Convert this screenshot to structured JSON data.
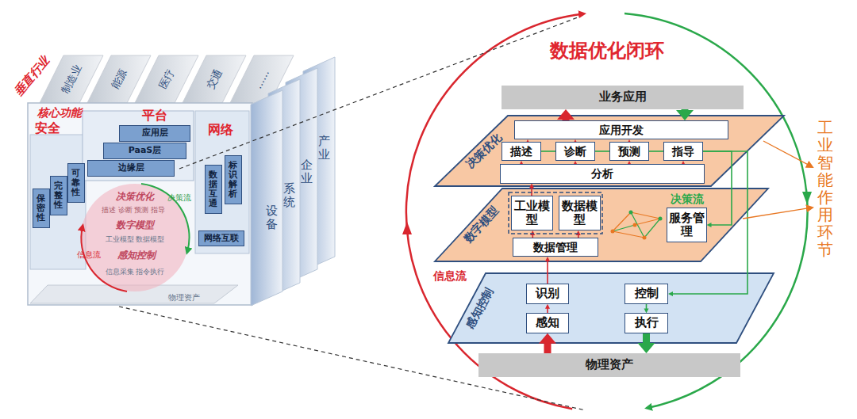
{
  "diagram": {
    "title": "数据优化闭环",
    "nodes": [
      {
        "text": [
          "应用层"
        ]
      },
      {
        "text": [
          "PaaS层"
        ]
      },
      {
        "text": [
          "边缘层"
        ]
      },
      {
        "text": [
          "标识解析"
        ]
      },
      {
        "text": [
          "数据互通"
        ]
      },
      {
        "text": [
          "网络互联"
        ]
      },
      {
        "text": [
          "保密性"
        ]
      },
      {
        "text": [
          "完整性"
        ]
      },
      {
        "text": [
          "可靠性"
        ]
      },
      {
        "text": [
          "产业"
        ]
      },
      {
        "text": [
          "企业"
        ]
      },
      {
        "text": [
          "系统"
        ]
      },
      {
        "text": [
          "设备"
        ]
      },
      {
        "text": [
          "业务应用"
        ]
      },
      {
        "text": [
          "决策优化"
        ]
      },
      {
        "text": [
          "应用开发"
        ],
        "in": 14
      },
      {
        "text": [
          "描述"
        ],
        "in": 14
      },
      {
        "text": [
          "诊断"
        ],
        "in": 14
      },
      {
        "text": [
          "预测"
        ],
        "in": 14
      },
      {
        "text": [
          "指导"
        ],
        "in": 14
      },
      {
        "text": [
          "分析"
        ],
        "in": 14
      },
      {
        "text": [
          "数字模型"
        ]
      },
      {
        "text": [
          "工业模型"
        ],
        "in": 21
      },
      {
        "text": [
          "数据模型"
        ],
        "in": 21
      },
      {
        "text": [
          "数据管理"
        ],
        "in": 21
      },
      {
        "text": [
          "服务管理"
        ],
        "in": 21
      },
      {
        "text": [
          "感知控制"
        ]
      },
      {
        "text": [
          "识别"
        ],
        "in": 26
      },
      {
        "text": [
          "感知"
        ],
        "in": 26
      },
      {
        "text": [
          "控制"
        ],
        "in": 26
      },
      {
        "text": [
          "执行"
        ],
        "in": 26
      },
      {
        "text": [
          "物理资产"
        ]
      }
    ],
    "edges": [
      {
        "from": 16,
        "to": 17,
        "arrow": "none"
      },
      {
        "from": 17,
        "to": 18,
        "arrow": "none"
      },
      {
        "from": 18,
        "to": 19,
        "arrow": "none"
      },
      {
        "from": 20,
        "to": 16,
        "arrow": "to"
      },
      {
        "from": 20,
        "to": 17,
        "arrow": "to"
      },
      {
        "from": 20,
        "to": 18,
        "arrow": "to"
      },
      {
        "from": 20,
        "to": 19,
        "arrow": "to"
      },
      {
        "from": 16,
        "to": 15,
        "arrow": "to"
      },
      {
        "from": 17,
        "to": 15,
        "arrow": "to"
      },
      {
        "from": 18,
        "to": 15,
        "arrow": "to"
      },
      {
        "from": 15,
        "to": 13,
        "arrow": "to"
      },
      {
        "from": 13,
        "to": 15,
        "arrow": "to"
      },
      {
        "from": 24,
        "to": 22,
        "arrow": "to"
      },
      {
        "from": 24,
        "to": 23,
        "arrow": "to"
      },
      {
        "from": 22,
        "to": 20,
        "arrow": "to"
      },
      {
        "from": 27,
        "to": 24,
        "arrow": "to"
      },
      {
        "from": 28,
        "to": 27,
        "arrow": "to"
      },
      {
        "from": 31,
        "to": 28,
        "arrow": "to"
      },
      {
        "from": 19,
        "to": 25,
        "arrow": "to"
      },
      {
        "from": 19,
        "to": 29,
        "arrow": "to"
      },
      {
        "from": 29,
        "to": 30,
        "arrow": "to"
      },
      {
        "from": 30,
        "to": 31,
        "arrow": "to"
      }
    ],
    "labels": [
      "垂直行业",
      "制造业",
      "能源",
      "医疗",
      "交通",
      "......",
      "核心功能",
      "平台",
      "安全",
      "网络",
      "决策优化",
      "描述 诊断 预测 指导",
      "决策流",
      "数字模型",
      "工业模型 数据模型",
      "信息流",
      "感知控制",
      "信息采集 指令执行",
      "物理资产",
      "决策流",
      "信息流",
      "工业智能作用环节"
    ]
  }
}
